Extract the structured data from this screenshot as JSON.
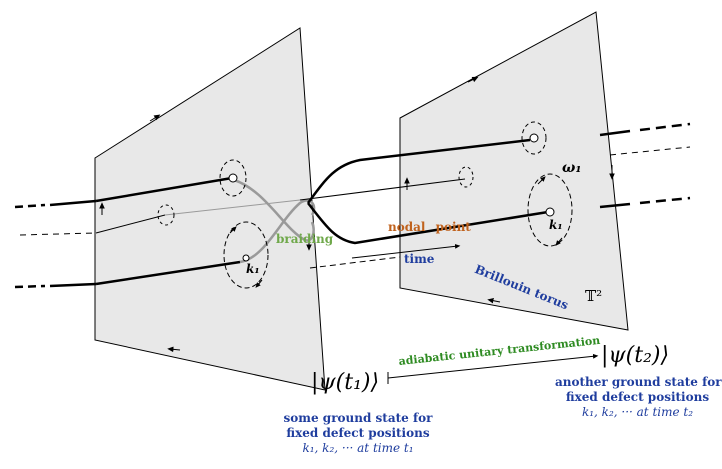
{
  "labels": {
    "braiding": "braiding",
    "nodal_point": "nodal point",
    "time": "time",
    "brillouin_torus": "Brillouin torus",
    "torus_symbol": "𝕋²",
    "omega1": "ω₁",
    "k1_left": "k₁",
    "k1_right": "k₁",
    "transformation": "adiabatic unitary transformation"
  },
  "state_left": {
    "ket": "|ψ(t₁)⟩",
    "desc_line1": "some ground state for",
    "desc_line2": "fixed defect positions",
    "desc_line3": "k₁, k₂, ··· at time t₁"
  },
  "state_right": {
    "ket": "|ψ(t₂)⟩",
    "desc_line1": "another ground state for",
    "desc_line2": "fixed defect positions",
    "desc_line3": "k₁, k₂, ··· at time t₂"
  },
  "colors": {
    "plane_fill": "#e8e8e8",
    "braiding": "#6fa84a",
    "nodal_point": "#c0621d",
    "blue_text": "#1f3d9e",
    "transformation": "#2e8b22"
  }
}
